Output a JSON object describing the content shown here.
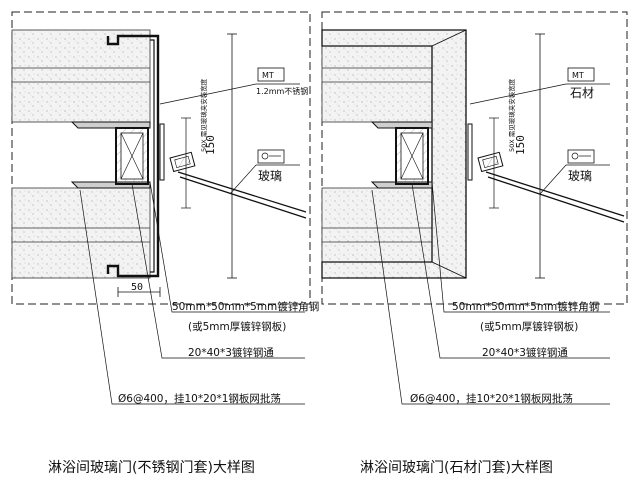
{
  "left": {
    "tag1_code": "MT",
    "tag1_desc": "1.2mm不锈钢",
    "tag2_desc": "玻璃",
    "vertical_note": "50X  需见玻璃夹安装宽度",
    "dim_150": "150",
    "dim_50": "50",
    "callout_1": "50mm*50mm*5mm镀锌角钢",
    "callout_1b": "(或5mm厚镀锌钢板)",
    "callout_2": "20*40*3镀锌钢通",
    "callout_3": "Ø6@400，挂10*20*1钢板网批荡",
    "caption": "淋浴间玻璃门(不锈钢门套)大样图"
  },
  "right": {
    "tag1_code": "MT",
    "tag1_desc": "石材",
    "tag2_desc": "玻璃",
    "vertical_note": "50X  需见玻璃夹安装宽度",
    "dim_150": "150",
    "callout_1": "50mm*50mm*5mm镀锌角钢",
    "callout_1b": "(或5mm厚镀锌钢板)",
    "callout_2": "20*40*3镀锌钢通",
    "callout_3": "Ø6@400，挂10*20*1钢板网批荡",
    "caption": "淋浴间玻璃门(石材门套)大样图"
  }
}
